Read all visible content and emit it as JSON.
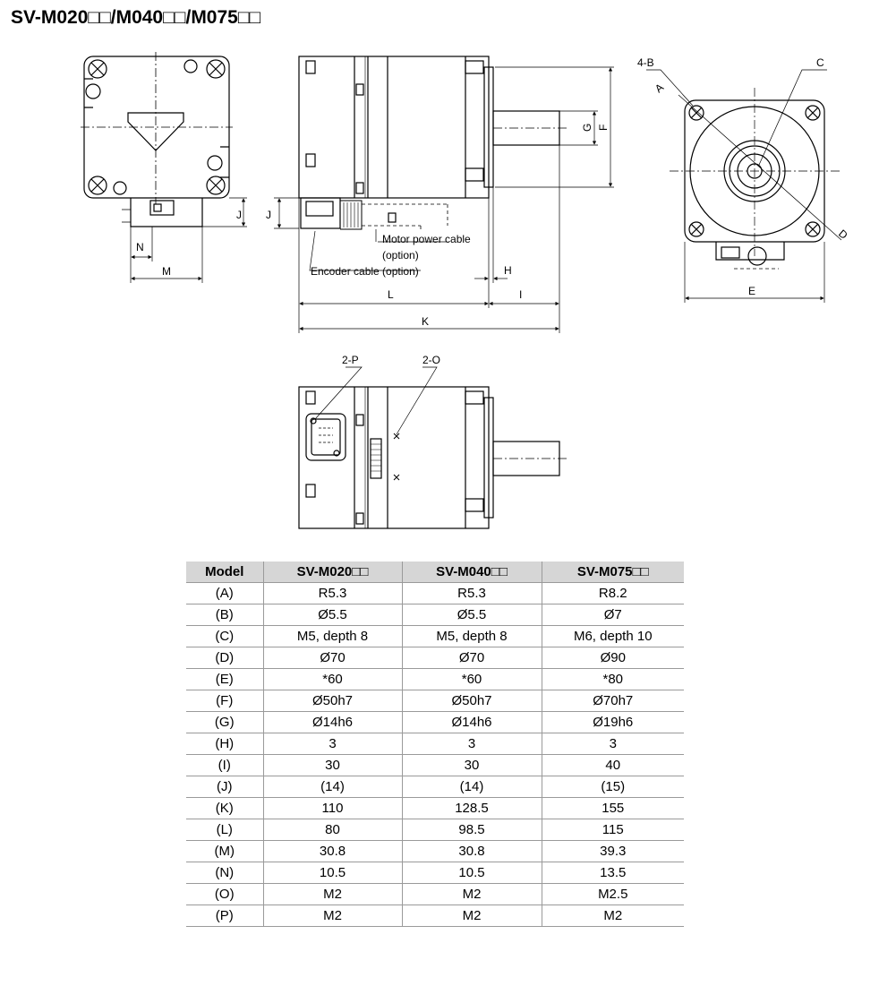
{
  "title": "SV-M020□□/M040□□/M075□□",
  "drawing_labels": {
    "A": "A",
    "B": "4-B",
    "C": "C",
    "D": "D",
    "E": "E",
    "F": "F",
    "G": "G",
    "H": "H",
    "I": "I",
    "J": "J",
    "K": "K",
    "L": "L",
    "M": "M",
    "N": "N",
    "O": "2-O",
    "P": "2-P",
    "motor_cable_1": "Motor power cable",
    "motor_cable_2": "(option)",
    "encoder_cable": "Encoder cable (option)"
  },
  "table": {
    "headers": [
      "Model",
      "SV-M020□□",
      "SV-M040□□",
      "SV-M075□□"
    ],
    "rows": [
      [
        "(A)",
        "R5.3",
        "R5.3",
        "R8.2"
      ],
      [
        "(B)",
        "Ø5.5",
        "Ø5.5",
        "Ø7"
      ],
      [
        "(C)",
        "M5, depth 8",
        "M5, depth 8",
        "M6, depth 10"
      ],
      [
        "(D)",
        "Ø70",
        "Ø70",
        "Ø90"
      ],
      [
        "(E)",
        "*60",
        "*60",
        "*80"
      ],
      [
        "(F)",
        "Ø50h7",
        "Ø50h7",
        "Ø70h7"
      ],
      [
        "(G)",
        "Ø14h6",
        "Ø14h6",
        "Ø19h6"
      ],
      [
        "(H)",
        "3",
        "3",
        "3"
      ],
      [
        "(I)",
        "30",
        "30",
        "40"
      ],
      [
        "(J)",
        "(14)",
        "(14)",
        "(15)"
      ],
      [
        "(K)",
        "110",
        "128.5",
        "155"
      ],
      [
        "(L)",
        "80",
        "98.5",
        "115"
      ],
      [
        "(M)",
        "30.8",
        "30.8",
        "39.3"
      ],
      [
        "(N)",
        "10.5",
        "10.5",
        "13.5"
      ],
      [
        "(O)",
        "M2",
        "M2",
        "M2.5"
      ],
      [
        "(P)",
        "M2",
        "M2",
        "M2"
      ]
    ]
  }
}
